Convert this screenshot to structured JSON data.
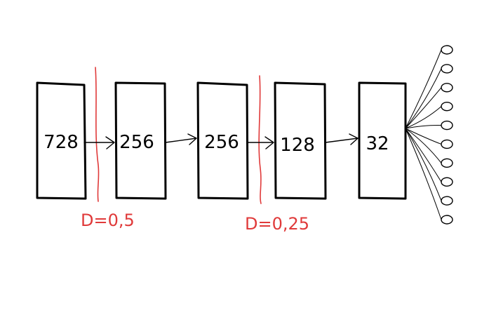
{
  "layers": [
    {
      "label": "728"
    },
    {
      "label": "256"
    },
    {
      "label": "256"
    },
    {
      "label": "128"
    },
    {
      "label": "32"
    }
  ],
  "dropouts": [
    {
      "label": "D=0,5"
    },
    {
      "label": "D=0,25"
    }
  ],
  "output_nodes": 10,
  "colors": {
    "ink": "#000000",
    "dropout": "#e03a3a",
    "background": "#ffffff"
  }
}
